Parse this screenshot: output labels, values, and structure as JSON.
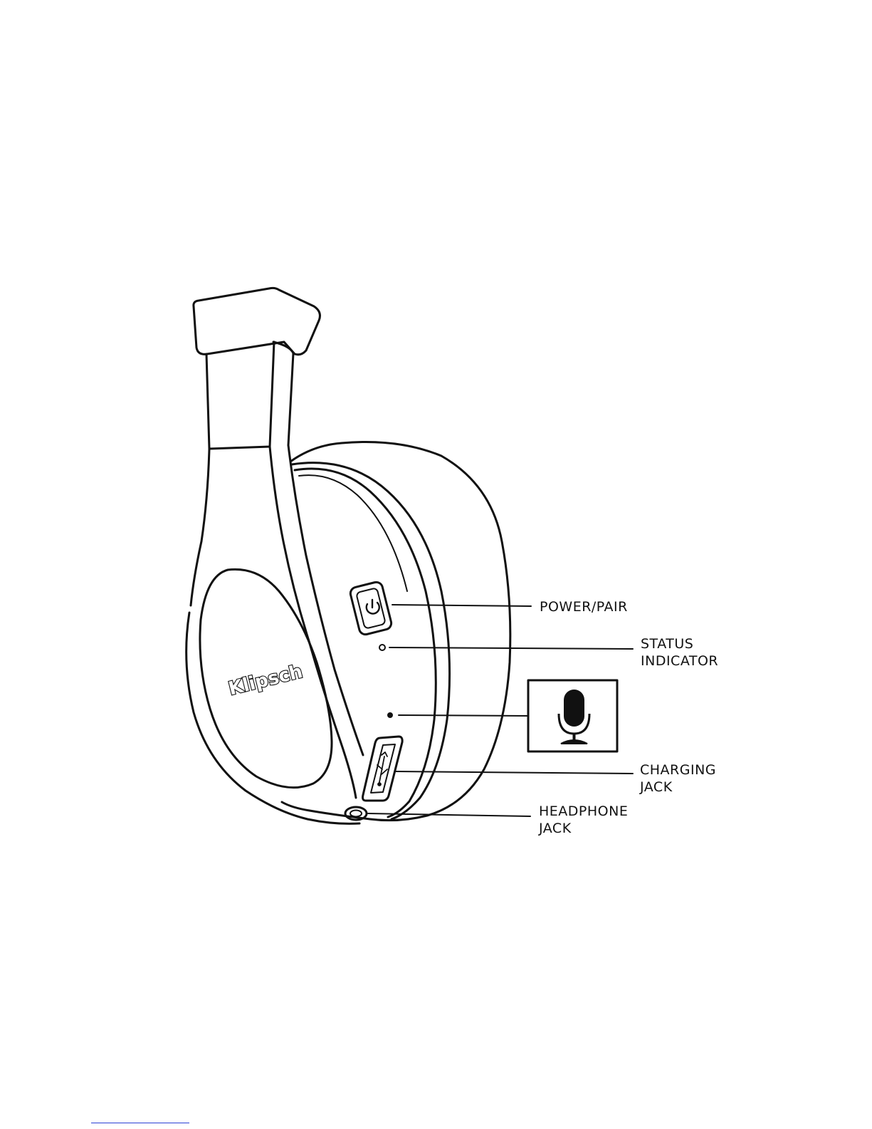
{
  "brand": {
    "logo_text": "Klipsch"
  },
  "callouts": {
    "power_pair": "POWER/PAIR",
    "status_indicator": [
      "STATUS",
      "INDICATOR"
    ],
    "charging_jack": [
      "CHARGING",
      "JACK"
    ],
    "headphone_jack": [
      "HEADPHONE",
      "JACK"
    ]
  },
  "icons": {
    "power_button": "power-icon",
    "charging_port": "usb-icon",
    "microphone": "microphone-icon"
  },
  "colors": {
    "line": "#111111",
    "background": "#ffffff",
    "footer_rule": "#2b3fd6"
  }
}
